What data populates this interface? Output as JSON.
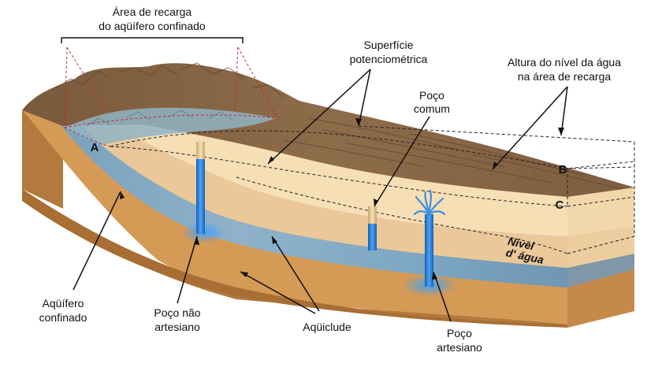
{
  "labels": {
    "recharge_area_line1": "Área de recarga",
    "recharge_area_line2": "do aqüífero confinado",
    "potentiometric_line1": "Superfície",
    "potentiometric_line2": "potenciométrica",
    "water_height_line1": "Altura do nível da água",
    "water_height_line2": "na área de recarga",
    "common_well_line1": "Poço",
    "common_well_line2": "comum",
    "water_level_line1": "Nível",
    "water_level_line2": "d' água",
    "confined_aquifer_line1": "Aqüífero",
    "confined_aquifer_line2": "confinado",
    "non_artesian_line1": "Poço não",
    "non_artesian_line2": "artesiano",
    "aquiclude": "Aqüiclude",
    "artesian_line1": "Poço",
    "artesian_line2": "artesiano",
    "point_a": "A",
    "point_b": "B",
    "point_c": "C"
  },
  "colors": {
    "surface": "#8a6a48",
    "surface_dark": "#6e5236",
    "clay_light": "#f6dcb0",
    "clay_mid": "#e8bf88",
    "clay_dark": "#c98f4e",
    "aquifer": "#7fa9c8",
    "aquifer_bright": "#3f8fe0",
    "recharge_water": "#8fb8cf",
    "dashed_red": "#cc2222"
  }
}
